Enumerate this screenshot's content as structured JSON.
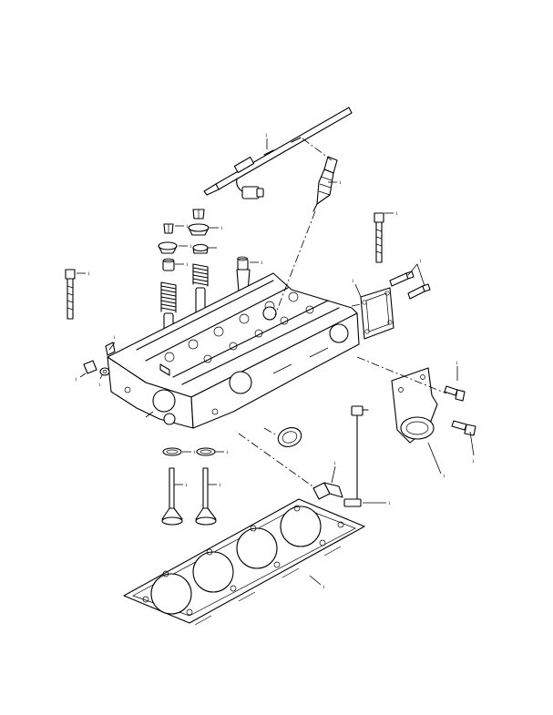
{
  "callouts": [
    {
      "id": "fuel-return-line",
      "text": "1"
    },
    {
      "id": "glow-plug",
      "text": "1"
    },
    {
      "id": "head-bolt-right",
      "text": "1"
    },
    {
      "id": "head-bolt-left",
      "text": "1"
    },
    {
      "id": "studs",
      "text": "1"
    },
    {
      "id": "cover-gasket",
      "text": "1"
    },
    {
      "id": "valve-keepers",
      "text": "1"
    },
    {
      "id": "spring-retainer",
      "text": "1"
    },
    {
      "id": "valve-seal",
      "text": "1"
    },
    {
      "id": "valve-spring",
      "text": "1"
    },
    {
      "id": "injector-nozzle",
      "text": "1"
    },
    {
      "id": "plug-upper",
      "text": "1"
    },
    {
      "id": "plug-lower",
      "text": "1"
    },
    {
      "id": "washer",
      "text": "1"
    },
    {
      "id": "housing-bolt-1",
      "text": "1"
    },
    {
      "id": "housing-bolt-2",
      "text": "1"
    },
    {
      "id": "seat-insert-1",
      "text": "1"
    },
    {
      "id": "seat-insert-2",
      "text": "1"
    },
    {
      "id": "valve-1",
      "text": "1"
    },
    {
      "id": "valve-2",
      "text": "1"
    },
    {
      "id": "temp-sender",
      "text": "1"
    },
    {
      "id": "harness",
      "text": "1"
    },
    {
      "id": "thermostat-housing",
      "text": "1"
    },
    {
      "id": "head-gasket",
      "text": "1"
    }
  ]
}
